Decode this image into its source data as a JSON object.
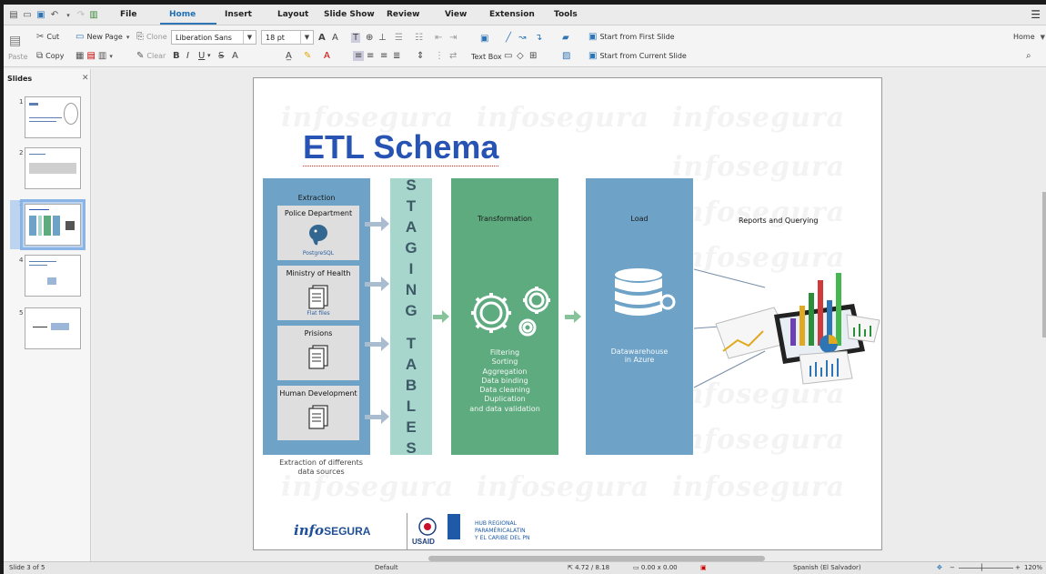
{
  "menubar": {
    "items": [
      "File",
      "Home",
      "Insert",
      "Layout",
      "Slide Show",
      "Review",
      "View",
      "Extension",
      "Tools"
    ],
    "active": "Home"
  },
  "toolbar": {
    "cut": "Cut",
    "copy": "Copy",
    "paste": "Paste",
    "new_page": "New Page",
    "clone": "Clone",
    "clear": "Clear",
    "font_name": "Liberation Sans",
    "font_size": "18 pt",
    "text_box": "Text Box",
    "start_first": "Start from First Slide",
    "start_current": "Start from Current Slide",
    "home_dropdown": "Home"
  },
  "slides_pane": {
    "title": "Slides",
    "thumb_numbers": [
      "1",
      "2",
      "3",
      "4",
      "5"
    ]
  },
  "slide": {
    "title": "ETL Schema",
    "watermark": "infosegura",
    "extraction_title": "Extraction",
    "sources": [
      {
        "label": "Police Department",
        "sub": "PostgreSQL",
        "icon": "postgresql-elephant-icon"
      },
      {
        "label": "Ministry of Health",
        "sub": "Flat files",
        "icon": "flat-files-icon"
      },
      {
        "label": "Prisions",
        "sub": "",
        "icon": "document-icon"
      },
      {
        "label": "Human Development",
        "sub": "",
        "icon": "document-icon"
      }
    ],
    "extraction_caption_1": "Extraction of differents",
    "extraction_caption_2": "data sources",
    "staging_letters": [
      "S",
      "T",
      "A",
      "G",
      "I",
      "N",
      "G",
      "T",
      "A",
      "B",
      "L",
      "E",
      "S"
    ],
    "transformation_title": "Transformation",
    "transformation_steps": [
      "Filtering",
      "Sorting",
      "Aggregation",
      "Data binding",
      "Data cleaning",
      "Duplication",
      "and data validation"
    ],
    "load_title": "Load",
    "load_desc_1": "Datawarehouse",
    "load_desc_2": "in Azure",
    "reports_title": "Reports and Querying",
    "logos": {
      "infosegura": "info",
      "infosegura_b": "SEGURA",
      "usaid": "USAID",
      "hub_line1": "HUB REGIONAL",
      "hub_line2": "PARAMÉRICALATIN",
      "hub_line3": "Y EL CARIBE DEL PN"
    }
  },
  "statusbar": {
    "slide_info": "Slide 3 of 5",
    "layout": "Default",
    "position": "4.72 / 8.18",
    "size": "0.00 x 0.00",
    "language": "Spanish (El Salvador)",
    "zoom": "120%"
  },
  "colors": {
    "extraction_blue": "#6ea3c7",
    "staging_teal": "#a6d6cc",
    "transform_green": "#5fab80",
    "title_blue": "#2754b4",
    "tab_accent": "#2e75b6"
  }
}
